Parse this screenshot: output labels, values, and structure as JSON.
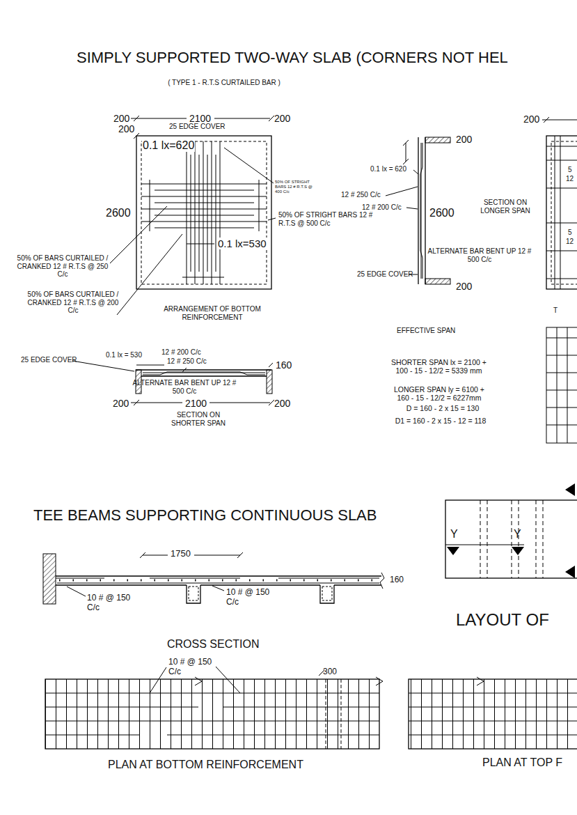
{
  "diagram": {
    "title": "SIMPLY SUPPORTED TWO-WAY SLAB (CORNERS NOT HEL",
    "labels": [
      "( TYPE 1 - R.T.S CURTAILED BAR )",
      "200",
      "2100",
      "200",
      "200",
      "25 EDGE COVER",
      "0.1 lx=620",
      "2600",
      "50% OF STRIGHT BARS 12 # R.T.S @ 400 C/c",
      "50% OF STRIGHT BARS 12 # R.T.S @ 500 C/c",
      "0.1 lx=530",
      "50% OF BARS CURTAILED / CRANKED 12 # R.T.S @ 250 C/c",
      "50% OF BARS CURTAILED / CRANKED 12 # R.T.S @ 200 C/c",
      "ARRANGEMENT OF BOTTOM REINFORCEMENT",
      "200",
      "0.1 lx = 620",
      "12 # 250 C/c",
      "12 # 200 C/c",
      "2600",
      "SECTION ON LONGER SPAN",
      "ALTERNATE BAR BENT UP 12 # 500 C/c",
      "25 EDGE COVER",
      "200",
      "25 EDGE COVER",
      "0.1 lx = 530",
      "12 # 200 C/c",
      "12 # 250 C/c",
      "160",
      "ALTERNATE BAR BENT UP 12 # 500 C/c",
      "200",
      "2100",
      "200",
      "SECTION ON SHORTER SPAN",
      "EFFECTIVE SPAN",
      "SHORTER SPAN lx = 2100 + 100 - 15 - 12/2 = 5339 mm",
      "LONGER SPAN ly = 6100 + 160 - 15 - 12/2 = 6227mm",
      "D = 160 - 2 x 15 = 130",
      "D1 = 160 - 2 x 15 - 12 = 118",
      "200",
      "5",
      "12",
      "5",
      "12",
      "T",
      "TEE BEAMS SUPPORTING CONTINUOUS SLAB",
      "1750",
      "10 # @ 150 C/c",
      "10 # @ 150 C/c",
      "160",
      "CROSS SECTION",
      "10 # @ 150 C/c",
      "300",
      "PLAN AT BOTTOM REINFORCEMENT",
      "PLAN AT TOP F",
      "Y",
      "Y",
      "LAYOUT OF"
    ]
  }
}
